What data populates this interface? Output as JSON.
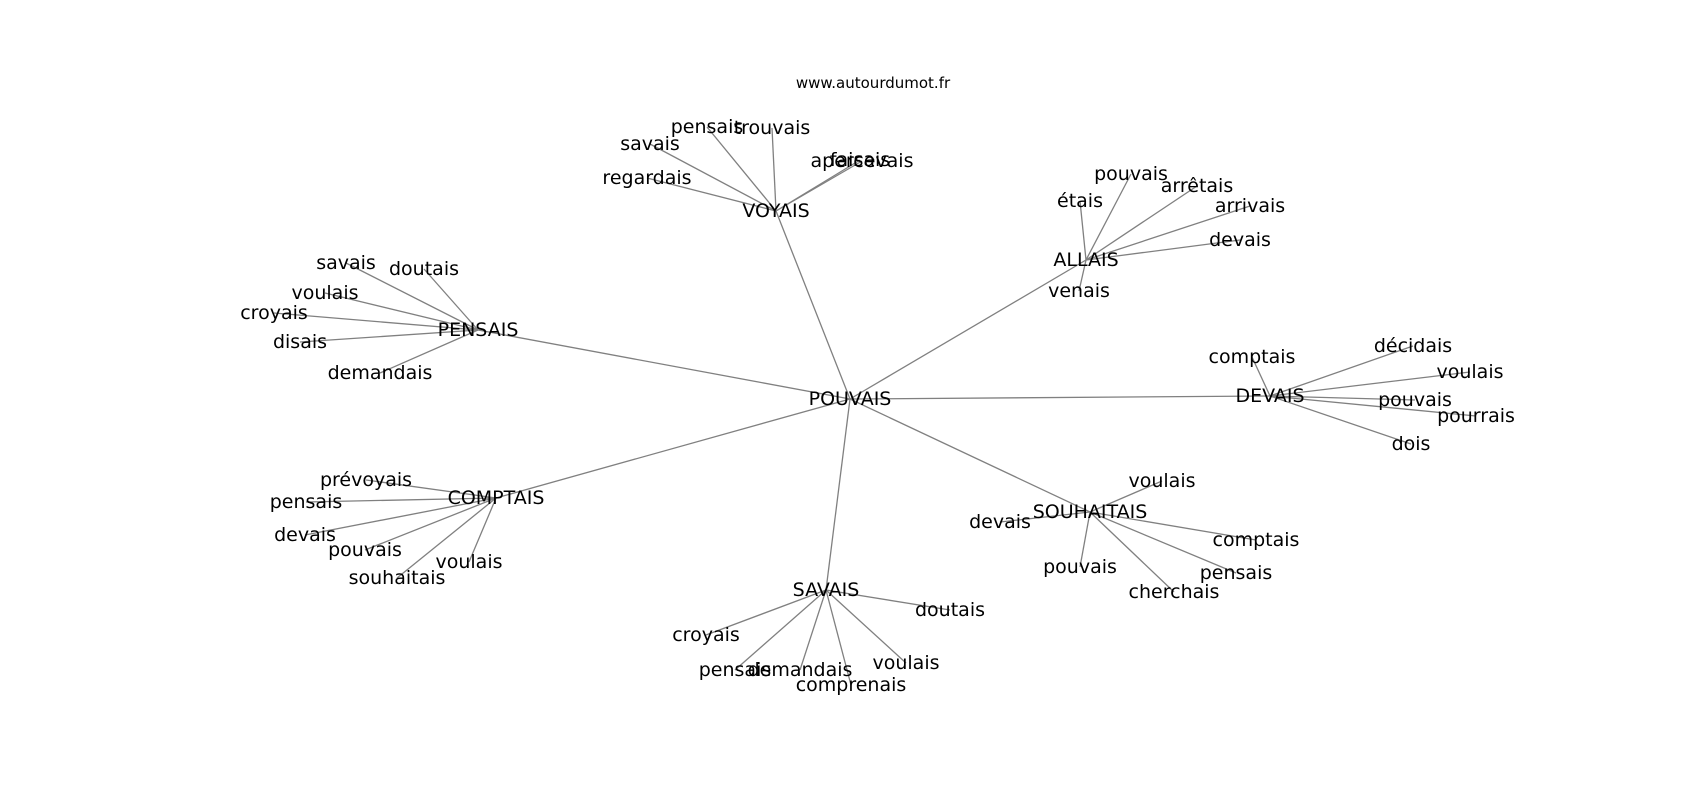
{
  "source": "www.autourdumot.fr",
  "graph": {
    "center": "POUVAIS",
    "hubs": [
      {
        "word": "VOYAIS",
        "leaves": [
          "regardais",
          "savais",
          "pensais",
          "trouvais",
          "apercevais",
          "faisais"
        ]
      },
      {
        "word": "PENSAIS",
        "leaves": [
          "savais",
          "doutais",
          "voulais",
          "croyais",
          "disais",
          "demandais"
        ]
      },
      {
        "word": "ALLAIS",
        "leaves": [
          "pouvais",
          "étais",
          "arrêtais",
          "arrivais",
          "devais",
          "venais"
        ]
      },
      {
        "word": "DEVAIS",
        "leaves": [
          "comptais",
          "décidais",
          "voulais",
          "pouvais",
          "pourrais",
          "dois"
        ]
      },
      {
        "word": "COMPTAIS",
        "leaves": [
          "prévoyais",
          "pensais",
          "devais",
          "pouvais",
          "souhaitais",
          "voulais"
        ]
      },
      {
        "word": "SAVAIS",
        "leaves": [
          "doutais",
          "croyais",
          "pensais",
          "demandais",
          "comprenais",
          "voulais"
        ]
      },
      {
        "word": "SOUHAITAIS",
        "leaves": [
          "voulais",
          "devais",
          "comptais",
          "pensais",
          "pouvais",
          "cherchais"
        ]
      }
    ]
  }
}
